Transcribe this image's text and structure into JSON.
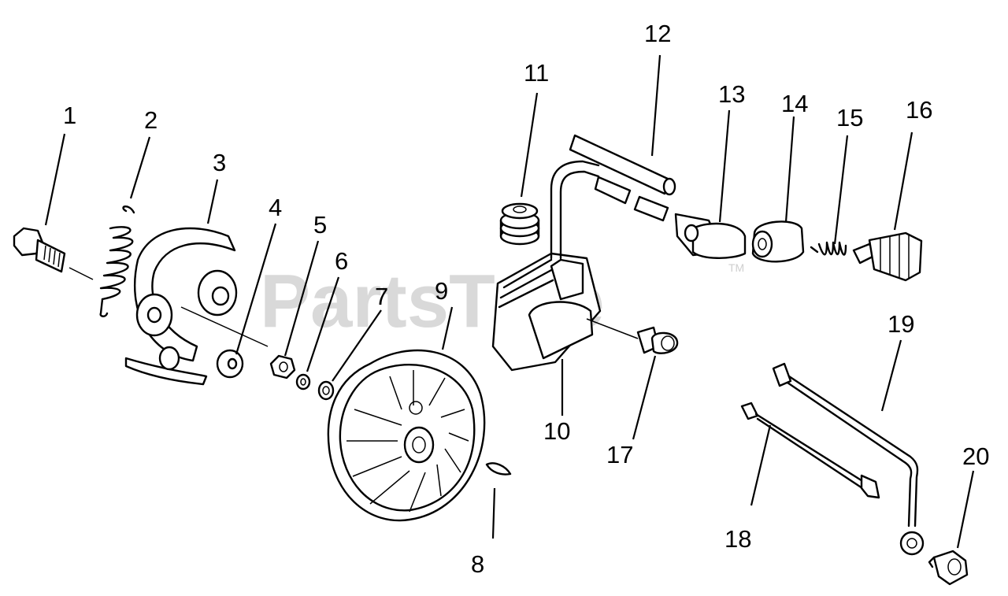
{
  "watermark": {
    "text": "PartsTree",
    "tm": "TM"
  },
  "callouts": [
    "1",
    "2",
    "3",
    "4",
    "5",
    "6",
    "7",
    "8",
    "9",
    "10",
    "11",
    "12",
    "13",
    "14",
    "15",
    "16",
    "17",
    "18",
    "19",
    "20"
  ]
}
